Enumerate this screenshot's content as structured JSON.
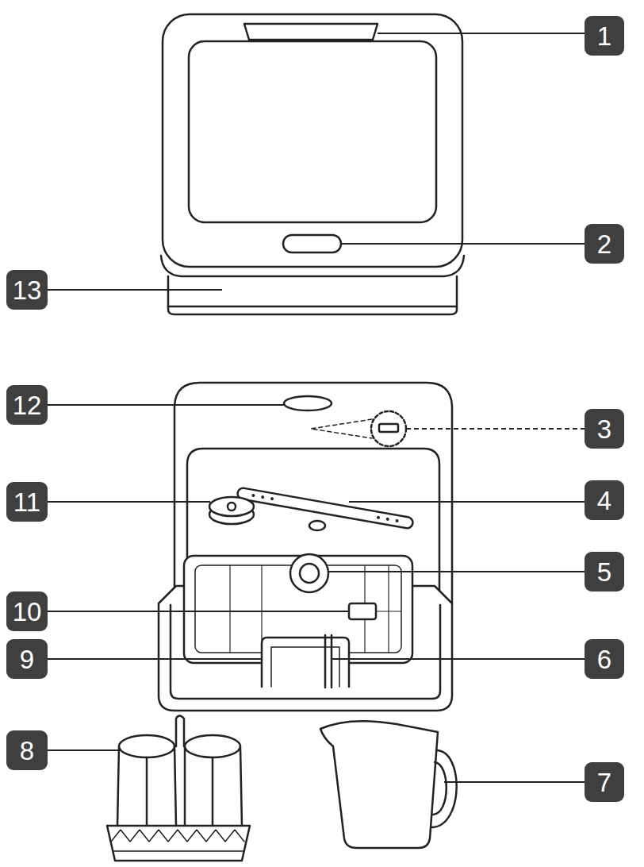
{
  "diagram": {
    "nodes": [
      {
        "text": [
          "1"
        ]
      },
      {
        "text": [
          "2"
        ]
      },
      {
        "text": [
          "13"
        ]
      },
      {
        "text": [
          "12"
        ]
      },
      {
        "text": [
          "3"
        ]
      },
      {
        "text": [
          "11"
        ]
      },
      {
        "text": [
          "4"
        ]
      },
      {
        "text": [
          "5"
        ]
      },
      {
        "text": [
          "10"
        ]
      },
      {
        "text": [
          "9"
        ]
      },
      {
        "text": [
          "6"
        ]
      },
      {
        "text": [
          "8"
        ]
      },
      {
        "text": [
          "7"
        ]
      }
    ]
  }
}
